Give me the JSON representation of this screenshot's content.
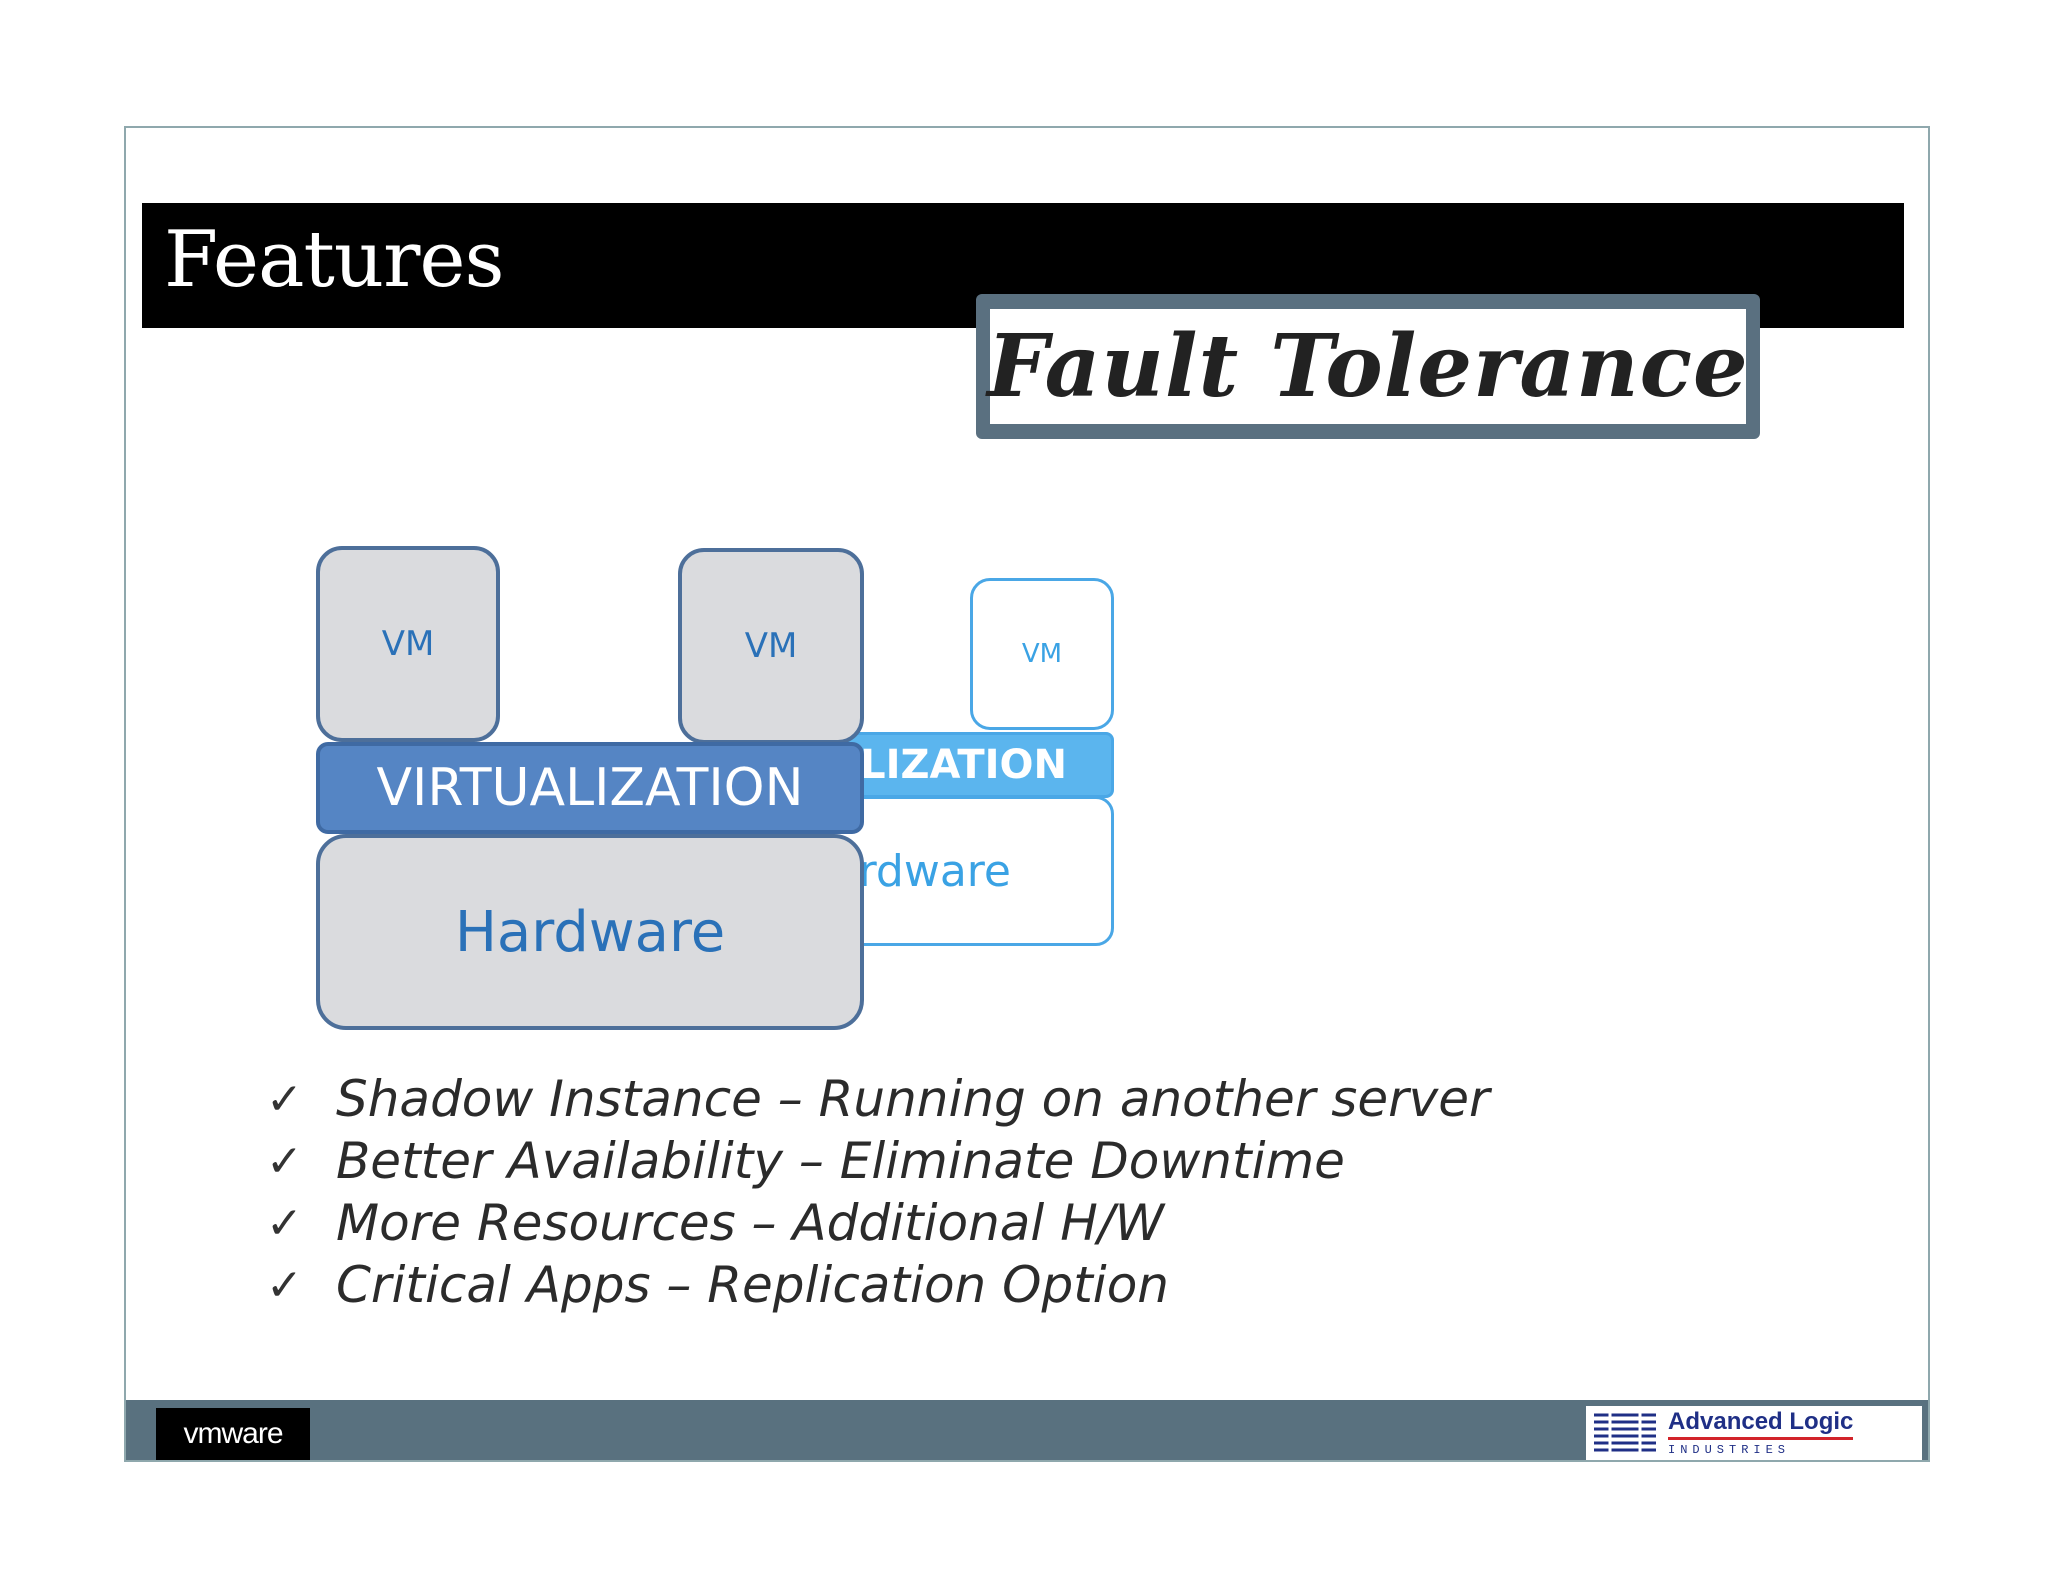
{
  "slide": {
    "title": "Features",
    "callout": "Fault Tolerance"
  },
  "diagram": {
    "primary": {
      "vm1": "VM",
      "vm2": "VM",
      "virtualization": "VIRTUALIZATION",
      "hardware": "Hardware"
    },
    "secondary": {
      "vm": "VM",
      "virtualization": "ALIZATION",
      "hardware": "rdware"
    }
  },
  "bullets": [
    "Shadow Instance – Running on another server",
    "Better Availability – Eliminate Downtime",
    "More Resources – Additional H/W",
    "Critical Apps – Replication Option"
  ],
  "check_glyph": "✓",
  "footer": {
    "left_logo": "vmware",
    "right_logo": {
      "name": "Advanced Logic",
      "sub": "INDUSTRIES"
    }
  },
  "colors": {
    "title_bar": "#000000",
    "callout_frame": "#5a7080",
    "footer_bar": "#59717f",
    "virtualization_primary": "#5585c4",
    "virtualization_secondary": "#5bb5ee",
    "vm_text": "#2a71b8"
  }
}
